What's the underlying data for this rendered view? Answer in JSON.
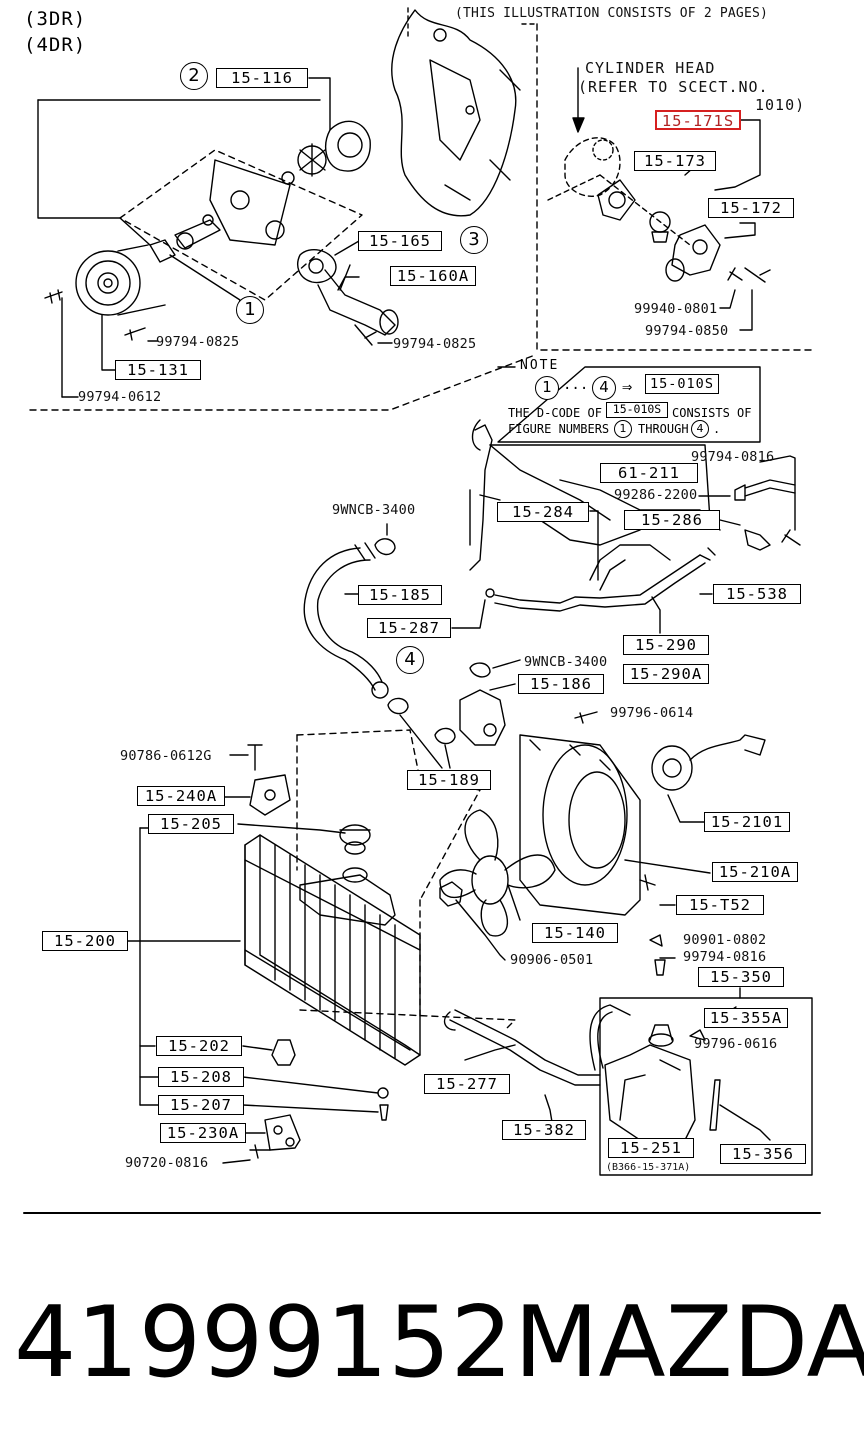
{
  "header": {
    "variant_3dr": "(3DR)",
    "variant_4dr": "(4DR)",
    "pages_note": "(THIS ILLUSTRATION CONSISTS OF  2 PAGES)"
  },
  "inset": {
    "cylinder_head_line1": "CYLINDER HEAD",
    "cylinder_head_line2": "(REFER TO SCECT.NO.",
    "cylinder_head_line3": "1010)"
  },
  "circled_numbers": [
    "2",
    "3",
    "1",
    "4"
  ],
  "note": {
    "title": "NOTE",
    "from": "1",
    "dots": "···",
    "to": "4",
    "arrow": "⇒",
    "dcode": "15-010S",
    "line1_a": "THE D-CODE OF",
    "line1_code": "15-010S",
    "line1_b": "CONSISTS OF",
    "line2_a": "FIGURE NUMBERS",
    "line2_from": "1",
    "line2_mid": "THROUGH",
    "line2_to": "4",
    "line2_end": "."
  },
  "part_boxes": [
    {
      "code": "15-116",
      "highlight": false
    },
    {
      "code": "15-171S",
      "highlight": true
    },
    {
      "code": "15-173",
      "highlight": false
    },
    {
      "code": "15-172",
      "highlight": false
    },
    {
      "code": "15-165",
      "highlight": false
    },
    {
      "code": "15-160A",
      "highlight": false
    },
    {
      "code": "15-131",
      "highlight": false
    },
    {
      "code": "61-211",
      "highlight": false
    },
    {
      "code": "15-284",
      "highlight": false
    },
    {
      "code": "15-286",
      "highlight": false
    },
    {
      "code": "15-185",
      "highlight": false
    },
    {
      "code": "15-287",
      "highlight": false
    },
    {
      "code": "15-538",
      "highlight": false
    },
    {
      "code": "15-290",
      "highlight": false
    },
    {
      "code": "15-290A",
      "highlight": false
    },
    {
      "code": "15-186",
      "highlight": false
    },
    {
      "code": "15-189",
      "highlight": false
    },
    {
      "code": "15-240A",
      "highlight": false
    },
    {
      "code": "15-205",
      "highlight": false
    },
    {
      "code": "15-2101",
      "highlight": false
    },
    {
      "code": "15-210A",
      "highlight": false
    },
    {
      "code": "15-T52",
      "highlight": false
    },
    {
      "code": "15-200",
      "highlight": false
    },
    {
      "code": "15-140",
      "highlight": false
    },
    {
      "code": "15-350",
      "highlight": false
    },
    {
      "code": "15-355A",
      "highlight": false
    },
    {
      "code": "15-202",
      "highlight": false
    },
    {
      "code": "15-208",
      "highlight": false
    },
    {
      "code": "15-207",
      "highlight": false
    },
    {
      "code": "15-230A",
      "highlight": false
    },
    {
      "code": "15-277",
      "highlight": false
    },
    {
      "code": "15-382",
      "highlight": false
    },
    {
      "code": "15-251",
      "highlight": false
    },
    {
      "code": "15-356",
      "highlight": false
    }
  ],
  "bolt_codes": [
    "99794-0825",
    "99794-0825",
    "99794-0612",
    "99940-0801",
    "99794-0850",
    "99794-0816",
    "99286-2200",
    "9WNCB-3400",
    "9WNCB-3400",
    "99796-0614",
    "90786-0612G",
    "90901-0802",
    "99794-0816",
    "90906-0501",
    "99796-0616",
    "90720-0816"
  ],
  "small_ref": "(B366-15-371A)",
  "footer": {
    "part_number": "41999152",
    "brand": "MAZDA"
  }
}
